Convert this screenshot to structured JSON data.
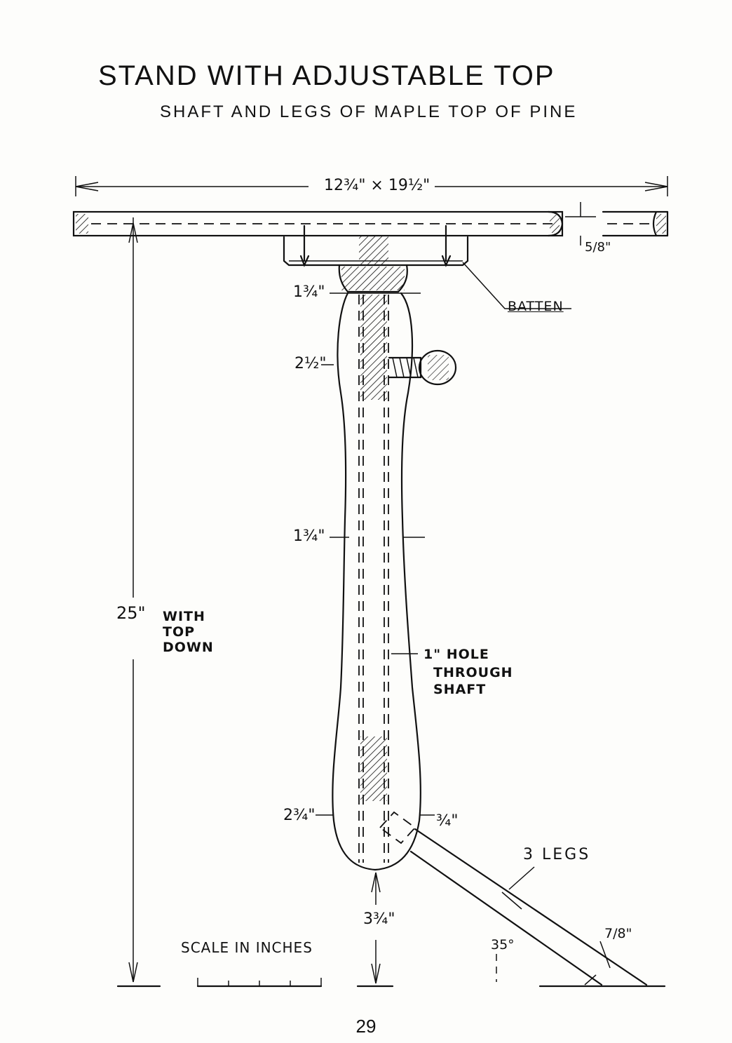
{
  "title": "STAND WITH ADJUSTABLE TOP",
  "subtitle": "SHAFT AND LEGS OF MAPLE  TOP OF PINE",
  "labels": {
    "top_size": "12¾\" × 19½\"",
    "top_thickness": "5/8\"",
    "batten": "BATTEN",
    "collar_diameter": "1¾\"",
    "knob_position": "2½\"",
    "shaft_mid_diameter": "1¾\"",
    "height_value": "25\"",
    "height_note_1": "WITH",
    "height_note_2": "TOP",
    "height_note_3": "DOWN",
    "hole_note_1": "1\" HOLE",
    "hole_note_2": "THROUGH",
    "hole_note_3": "SHAFT",
    "shaft_base_diameter": "2¾\"",
    "mortise_depth": "¾\"",
    "legs": "3 LEGS",
    "leg_thickness": "7/8\"",
    "clearance": "3¾\"",
    "angle": "35°",
    "scale": "SCALE IN INCHES"
  },
  "page_number": "29"
}
